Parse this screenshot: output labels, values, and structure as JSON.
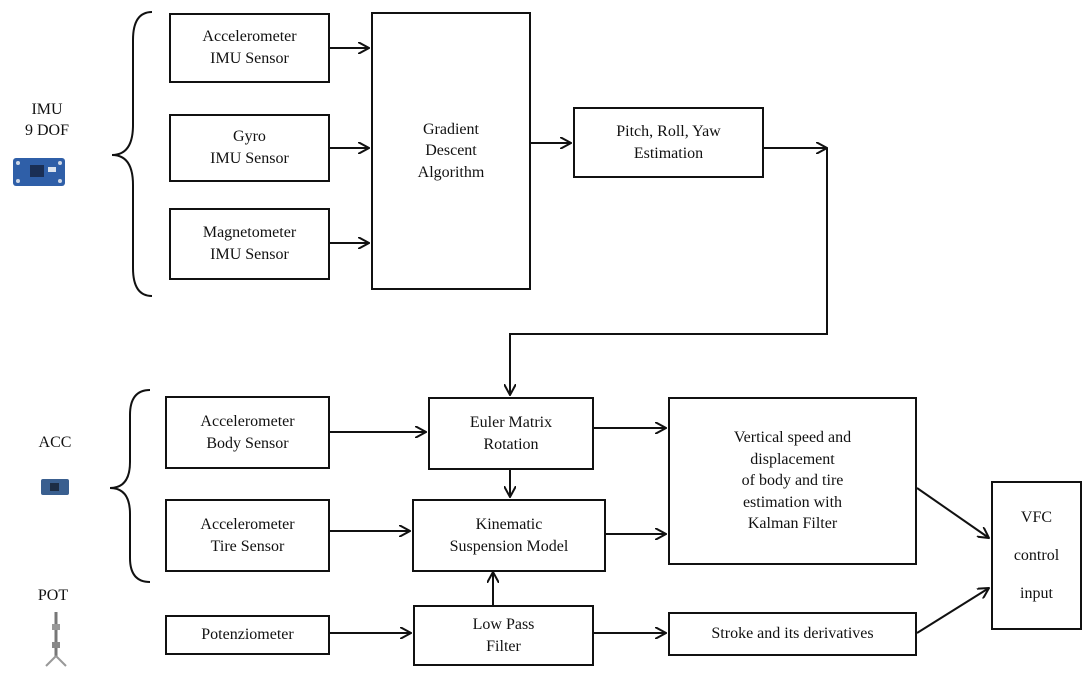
{
  "groups": {
    "imu": "IMU\n9 DOF",
    "acc": "ACC",
    "pot": "POT"
  },
  "blocks": {
    "accel_imu": "Accelerometer\nIMU Sensor",
    "gyro_imu": "Gyro\nIMU Sensor",
    "mag_imu": "Magnetometer\nIMU Sensor",
    "gradient": "Gradient\nDescent\nAlgorithm",
    "pry": "Pitch, Roll, Yaw\nEstimation",
    "accel_body": "Accelerometer\nBody Sensor",
    "accel_tire": "Accelerometer\nTire Sensor",
    "potenziometer": "Potenziometer",
    "euler": "Euler Matrix\nRotation",
    "kinematic": "Kinematic\nSuspension Model",
    "lowpass": "Low Pass\nFilter",
    "vertical": "Vertical speed and\ndisplacement\nof body and tire\nestimation with\nKalman Filter",
    "stroke": "Stroke and its derivatives",
    "vfc": "VFC\n\ncontrol\n\ninput"
  },
  "colors": {
    "line": "#111111",
    "imu_chip": "#2f5fa8",
    "acc_chip": "#3a5f8f"
  },
  "icons": [
    "imu-board-icon",
    "acc-board-icon",
    "potentiometer-icon"
  ]
}
